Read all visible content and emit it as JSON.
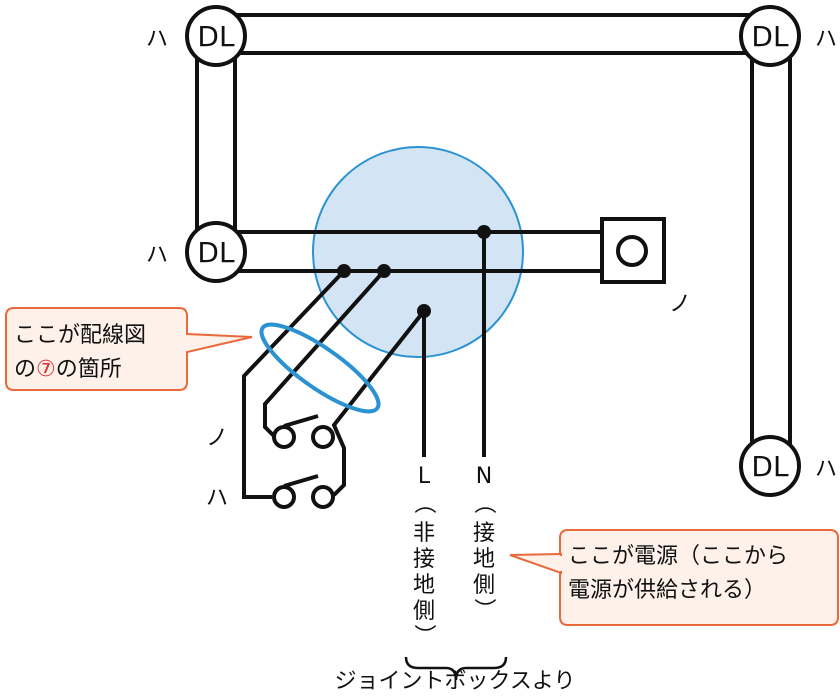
{
  "fixtures": {
    "downlight_label": "DL",
    "ha": "ハ",
    "no": "ノ"
  },
  "wires": {
    "live_letter": "L",
    "live_note": [
      "（",
      "非",
      "接",
      "地",
      "側",
      "）"
    ],
    "neutral_letter": "N",
    "neutral_note": [
      "（",
      "接",
      "地",
      "側",
      "）"
    ],
    "brace_caption": "ジョイントボックスより"
  },
  "callouts": {
    "junction_line1": "ここが配線図",
    "junction_line2_prefix": "の",
    "junction_marker": "⑦",
    "junction_line2_suffix": "の箇所",
    "source_line1": "ここが電源（ここから",
    "source_line2": "電源が供給される）"
  },
  "colors": {
    "line": "#111111",
    "junction_fill": "#d3e4f5",
    "junction_stroke": "#2b93d1",
    "callout_fill": "#fdf1ea",
    "callout_stroke": "#e8693a",
    "marker": "#e03030"
  }
}
